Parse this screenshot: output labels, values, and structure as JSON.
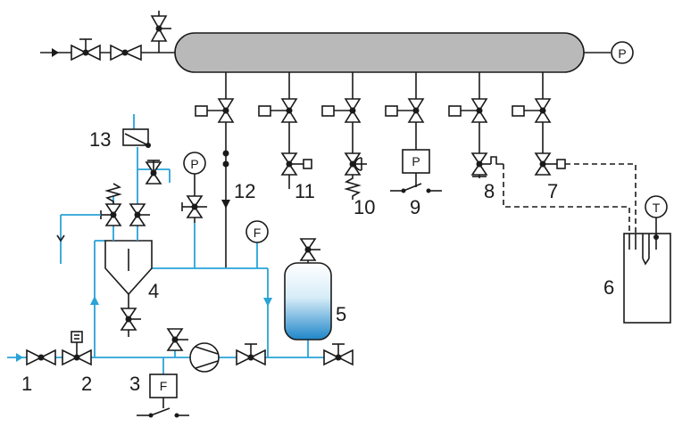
{
  "labels": {
    "n1": "1",
    "n2": "2",
    "n3": "3",
    "n4": "4",
    "n5": "5",
    "n6": "6",
    "n7": "7",
    "n8": "8",
    "n9": "9",
    "n10": "10",
    "n11": "11",
    "n12": "12",
    "n13": "13"
  },
  "instruments": {
    "pressure": "P",
    "flow": "F",
    "temperature": "T"
  },
  "colors": {
    "line": "#1a1a1a",
    "water": "#29a3d8",
    "tank_fill_top": "#ffffff",
    "tank_fill_bottom": "#1f86c8"
  }
}
